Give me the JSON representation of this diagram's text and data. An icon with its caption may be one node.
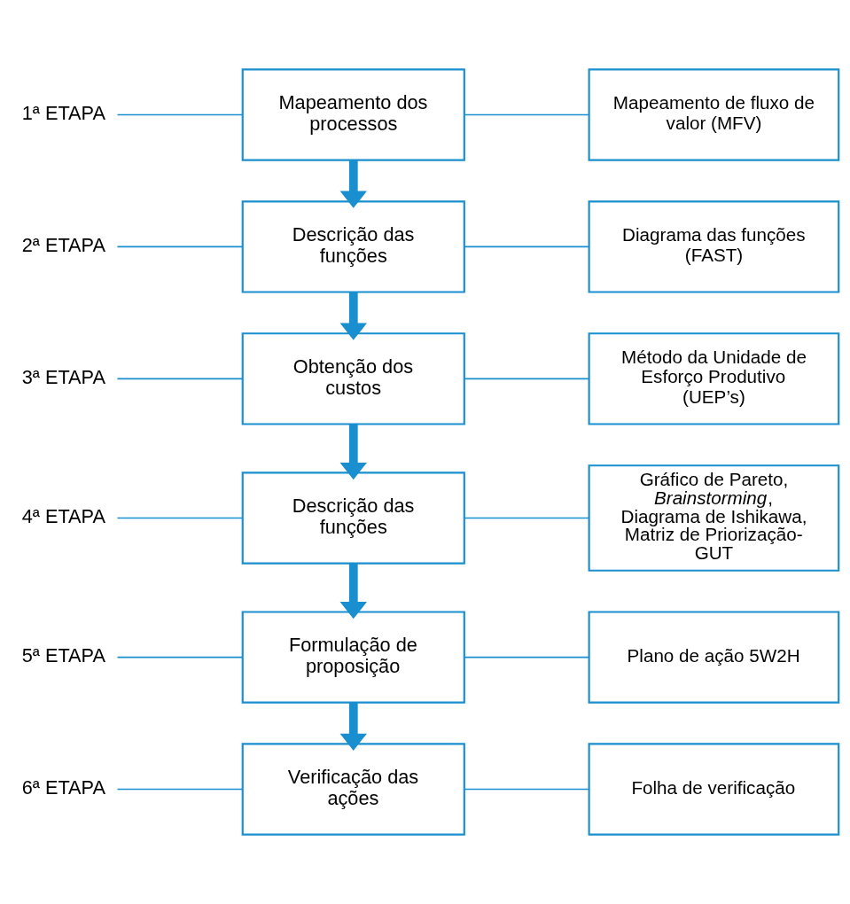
{
  "diagram": {
    "nodes": [
      {
        "text": [
          "1ª ETAPA"
        ]
      },
      {
        "text": [
          "Mapeamento dos processos"
        ]
      },
      {
        "text": [
          "Mapeamento de fluxo de valor (MFV)"
        ]
      },
      {
        "text": [
          "2ª ETAPA"
        ]
      },
      {
        "text": [
          "Descrição das funções"
        ]
      },
      {
        "text": [
          "Diagrama das funções (FAST)"
        ]
      },
      {
        "text": [
          "3ª ETAPA"
        ]
      },
      {
        "text": [
          "Obtenção dos custos"
        ]
      },
      {
        "text": [
          "Método da Unidade de Esforço Produtivo (UEP’s)"
        ]
      },
      {
        "text": [
          "4ª ETAPA"
        ]
      },
      {
        "text": [
          "Descrição das funções"
        ]
      },
      {
        "text": [
          "Gráfico de Pareto, *Brainstorming*, Diagrama de Ishikawa, Matriz de Priorização-GUT"
        ]
      },
      {
        "text": [
          "5ª ETAPA"
        ]
      },
      {
        "text": [
          "Formulação de proposição"
        ]
      },
      {
        "text": [
          "Plano de ação 5W2H"
        ]
      },
      {
        "text": [
          "6ª ETAPA"
        ]
      },
      {
        "text": [
          "Verificação das ações"
        ]
      },
      {
        "text": [
          "Folha de verificação"
        ]
      }
    ],
    "edges": [
      {
        "from": 0,
        "to": 1,
        "arrow": "none"
      },
      {
        "from": 1,
        "to": 2,
        "arrow": "none"
      },
      {
        "from": 3,
        "to": 4,
        "arrow": "none"
      },
      {
        "from": 4,
        "to": 5,
        "arrow": "none"
      },
      {
        "from": 6,
        "to": 7,
        "arrow": "none"
      },
      {
        "from": 7,
        "to": 8,
        "arrow": "none"
      },
      {
        "from": 9,
        "to": 10,
        "arrow": "none"
      },
      {
        "from": 10,
        "to": 11,
        "arrow": "none"
      },
      {
        "from": 12,
        "to": 13,
        "arrow": "none"
      },
      {
        "from": 13,
        "to": 14,
        "arrow": "none"
      },
      {
        "from": 15,
        "to": 16,
        "arrow": "none"
      },
      {
        "from": 16,
        "to": 17,
        "arrow": "none"
      },
      {
        "from": 1,
        "to": 4,
        "arrow": "to",
        "style": "thick"
      },
      {
        "from": 4,
        "to": 7,
        "arrow": "to",
        "style": "thick"
      },
      {
        "from": 7,
        "to": 10,
        "arrow": "to",
        "style": "thick"
      },
      {
        "from": 10,
        "to": 13,
        "arrow": "to",
        "style": "thick"
      },
      {
        "from": 13,
        "to": 16,
        "arrow": "to",
        "style": "thick"
      }
    ]
  }
}
